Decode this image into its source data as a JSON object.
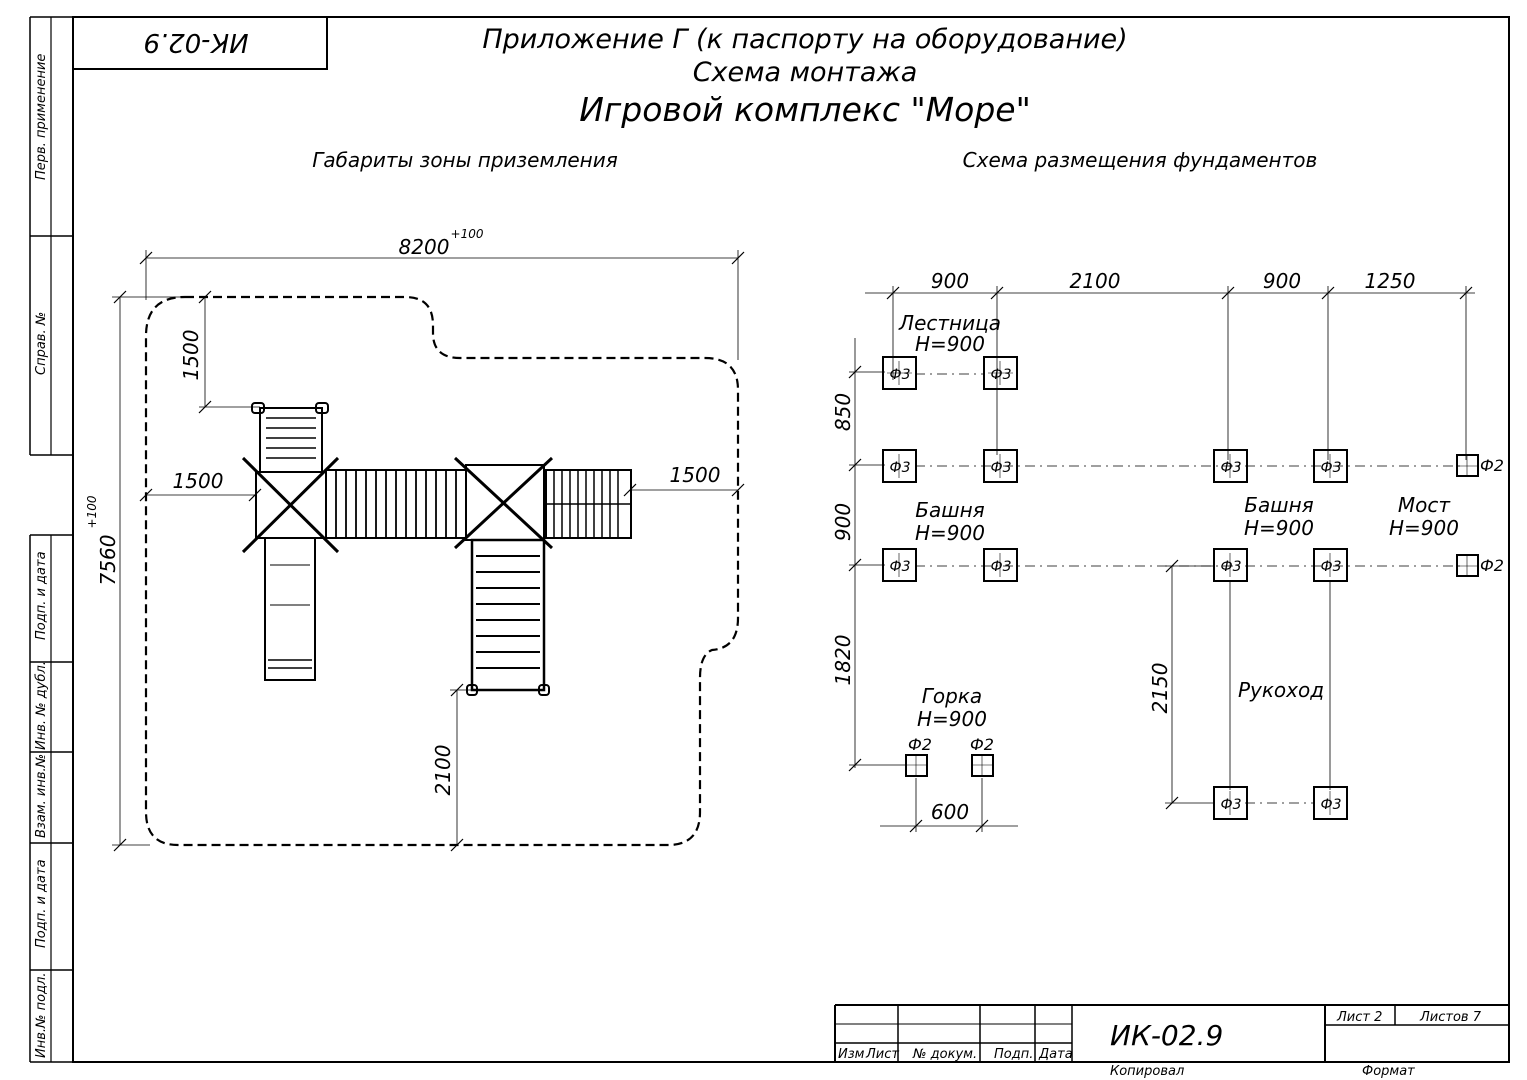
{
  "header": {
    "stamp_code": "ИК-02.9",
    "title_line1": "Приложение Г (к паспорту на оборудование)",
    "title_line2": "Схема монтажа",
    "title_line3": "Игровой комплекс \"Море\""
  },
  "side_stamp": {
    "labels": [
      "Перв. применение",
      "Справ. №",
      "Подп. и дата",
      "Инв. № дубл.",
      "Взам. инв.№",
      "Подп. и дата",
      "Инв.№ подл."
    ]
  },
  "left_view": {
    "title": "Габариты зоны приземления",
    "dim_width": "8200",
    "dim_width_tol": "+100",
    "dim_height": "7560",
    "dim_height_tol": "+100",
    "dim_top": "1500",
    "dim_left": "1500",
    "dim_right": "1500",
    "dim_bottom": "2100"
  },
  "right_view": {
    "title": "Схема размещения фундаментов",
    "dims_top": [
      "900",
      "2100",
      "900",
      "1250"
    ],
    "dims_left": [
      "850",
      "900",
      "1820"
    ],
    "dim_rukohod": "2150",
    "dim_gorka": "600",
    "labels": {
      "ladder": "Лестница",
      "ladder_h": "Н=900",
      "tower1": "Башня",
      "tower1_h": "Н=900",
      "tower2": "Башня",
      "tower2_h": "Н=900",
      "bridge": "Мост",
      "bridge_h": "Н=900",
      "slide": "Горка",
      "slide_h": "Н=900",
      "rukohod": "Рукоход"
    },
    "f3": "Ф3",
    "f2": "Ф2"
  },
  "title_block": {
    "code": "ИК-02.9",
    "col_izm": "Изм",
    "col_list": "Лист",
    "col_doc": "№ докум.",
    "col_podp": "Подп.",
    "col_date": "Дата",
    "sheet_label": "Лист 2",
    "sheets_label": "Листов 7",
    "copied": "Копировал",
    "format": "Формат"
  }
}
